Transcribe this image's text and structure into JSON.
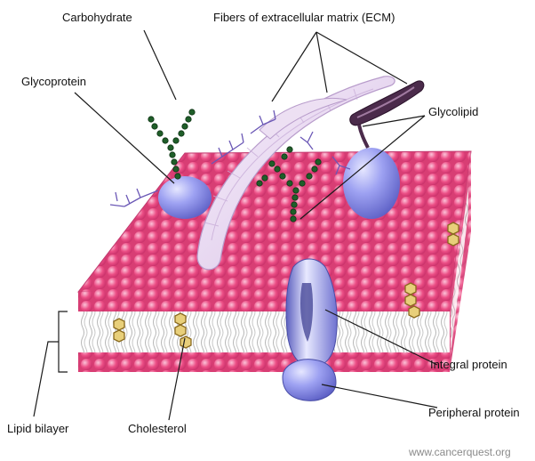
{
  "labels": {
    "carbohydrate": "Carbohydrate",
    "ecm": "Fibers of extracellular matrix (ECM)",
    "glycoprotein": "Glycoprotein",
    "glycolipid": "Glycolipid",
    "integral_protein": "Integral protein",
    "peripheral_protein": "Peripheral protein",
    "cholesterol": "Cholesterol",
    "lipid_bilayer": "Lipid bilayer"
  },
  "credit": "www.cancerquest.org",
  "colors": {
    "phospholipid_head": "#ec4f86",
    "phospholipid_highlight": "#f7a8c6",
    "protein": "#8d92ec",
    "ecm_fiber": "#eadaf2",
    "carbohydrate_chain": "#1d5a26",
    "glycolipid_tail": "#4a2a4a"
  }
}
